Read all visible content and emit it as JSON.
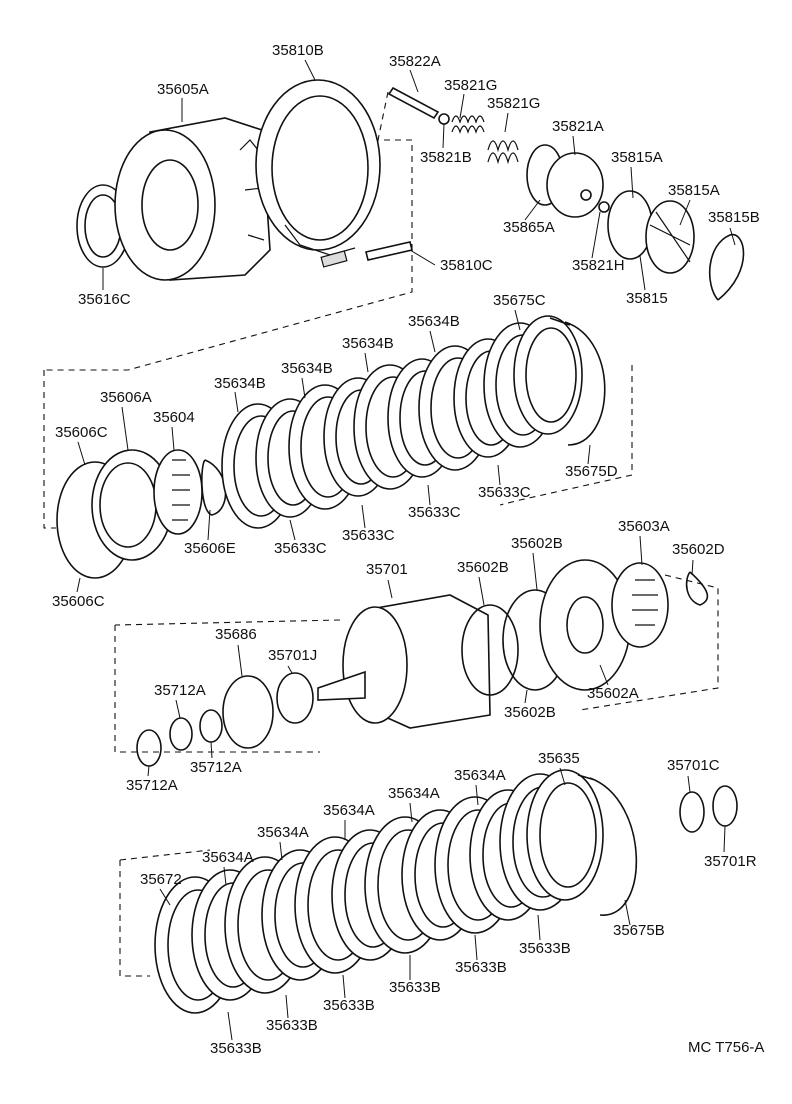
{
  "reference_code": "MC  T756-A",
  "labels": [
    "35605A",
    "35810B",
    "35822A",
    "35821G",
    "35821G",
    "35821A",
    "35821B",
    "35815A",
    "35815A",
    "35815B",
    "35865A",
    "35821H",
    "35815",
    "35810C",
    "35616C",
    "35675C",
    "35634B",
    "35634B",
    "35634B",
    "35634B",
    "35606A",
    "35604",
    "35606C",
    "35606E",
    "35633C",
    "35633C",
    "35633C",
    "35633C",
    "35675D",
    "35606C",
    "35701",
    "35602B",
    "35603A",
    "35602D",
    "35602B",
    "35686",
    "35701J",
    "35712A",
    "35712A",
    "35712A",
    "35602B",
    "35602A",
    "35635",
    "35701C",
    "35634A",
    "35634A",
    "35634A",
    "35634A",
    "35634A",
    "35672",
    "35701R",
    "35675B",
    "35633B",
    "35633B",
    "35633B",
    "35633B",
    "35633B",
    "35633B"
  ]
}
